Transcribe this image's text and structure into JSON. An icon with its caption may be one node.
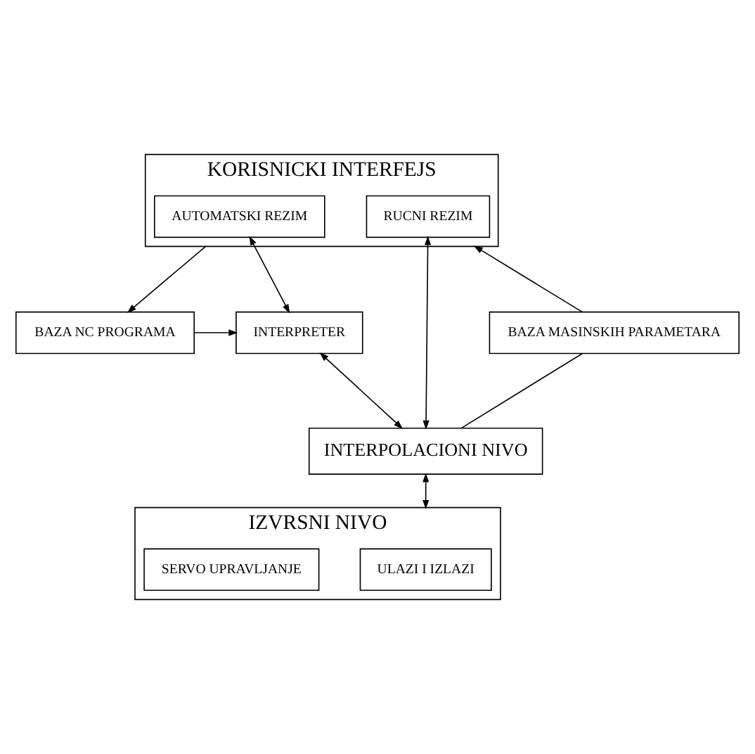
{
  "diagram": {
    "nodes": [
      {
        "text": [
          "KORISNICKI INTERFEJS"
        ]
      },
      {
        "text": [
          "AUTOMATSKI REZIM"
        ],
        "in": 0
      },
      {
        "text": [
          "RUCNI REZIM"
        ],
        "in": 0
      },
      {
        "text": [
          "BAZA NC PROGRAMA"
        ]
      },
      {
        "text": [
          "INTERPRETER"
        ]
      },
      {
        "text": [
          "BAZA MASINSKIH PARAMETARA"
        ]
      },
      {
        "text": [
          "INTERPOLACIONI NIVO"
        ]
      },
      {
        "text": [
          "IZVRSNI NIVO"
        ]
      },
      {
        "text": [
          "ULAZI I IZLAZI"
        ],
        "in": 7
      },
      {
        "text": [
          "SERVO UPRAVLJANJE"
        ],
        "in": 7
      }
    ],
    "edges": [
      {
        "from": 0,
        "to": 3,
        "arrow": "to"
      },
      {
        "from": 1,
        "to": 4,
        "arrow": "both"
      },
      {
        "from": 3,
        "to": 4,
        "arrow": "to"
      },
      {
        "from": 2,
        "to": 6,
        "arrow": "both"
      },
      {
        "from": 4,
        "to": 6,
        "arrow": "both"
      },
      {
        "from": 5,
        "to": 0,
        "arrow": "to"
      },
      {
        "from": 6,
        "to": 5,
        "arrow": "none"
      },
      {
        "from": 6,
        "to": 7,
        "arrow": "both"
      }
    ]
  }
}
